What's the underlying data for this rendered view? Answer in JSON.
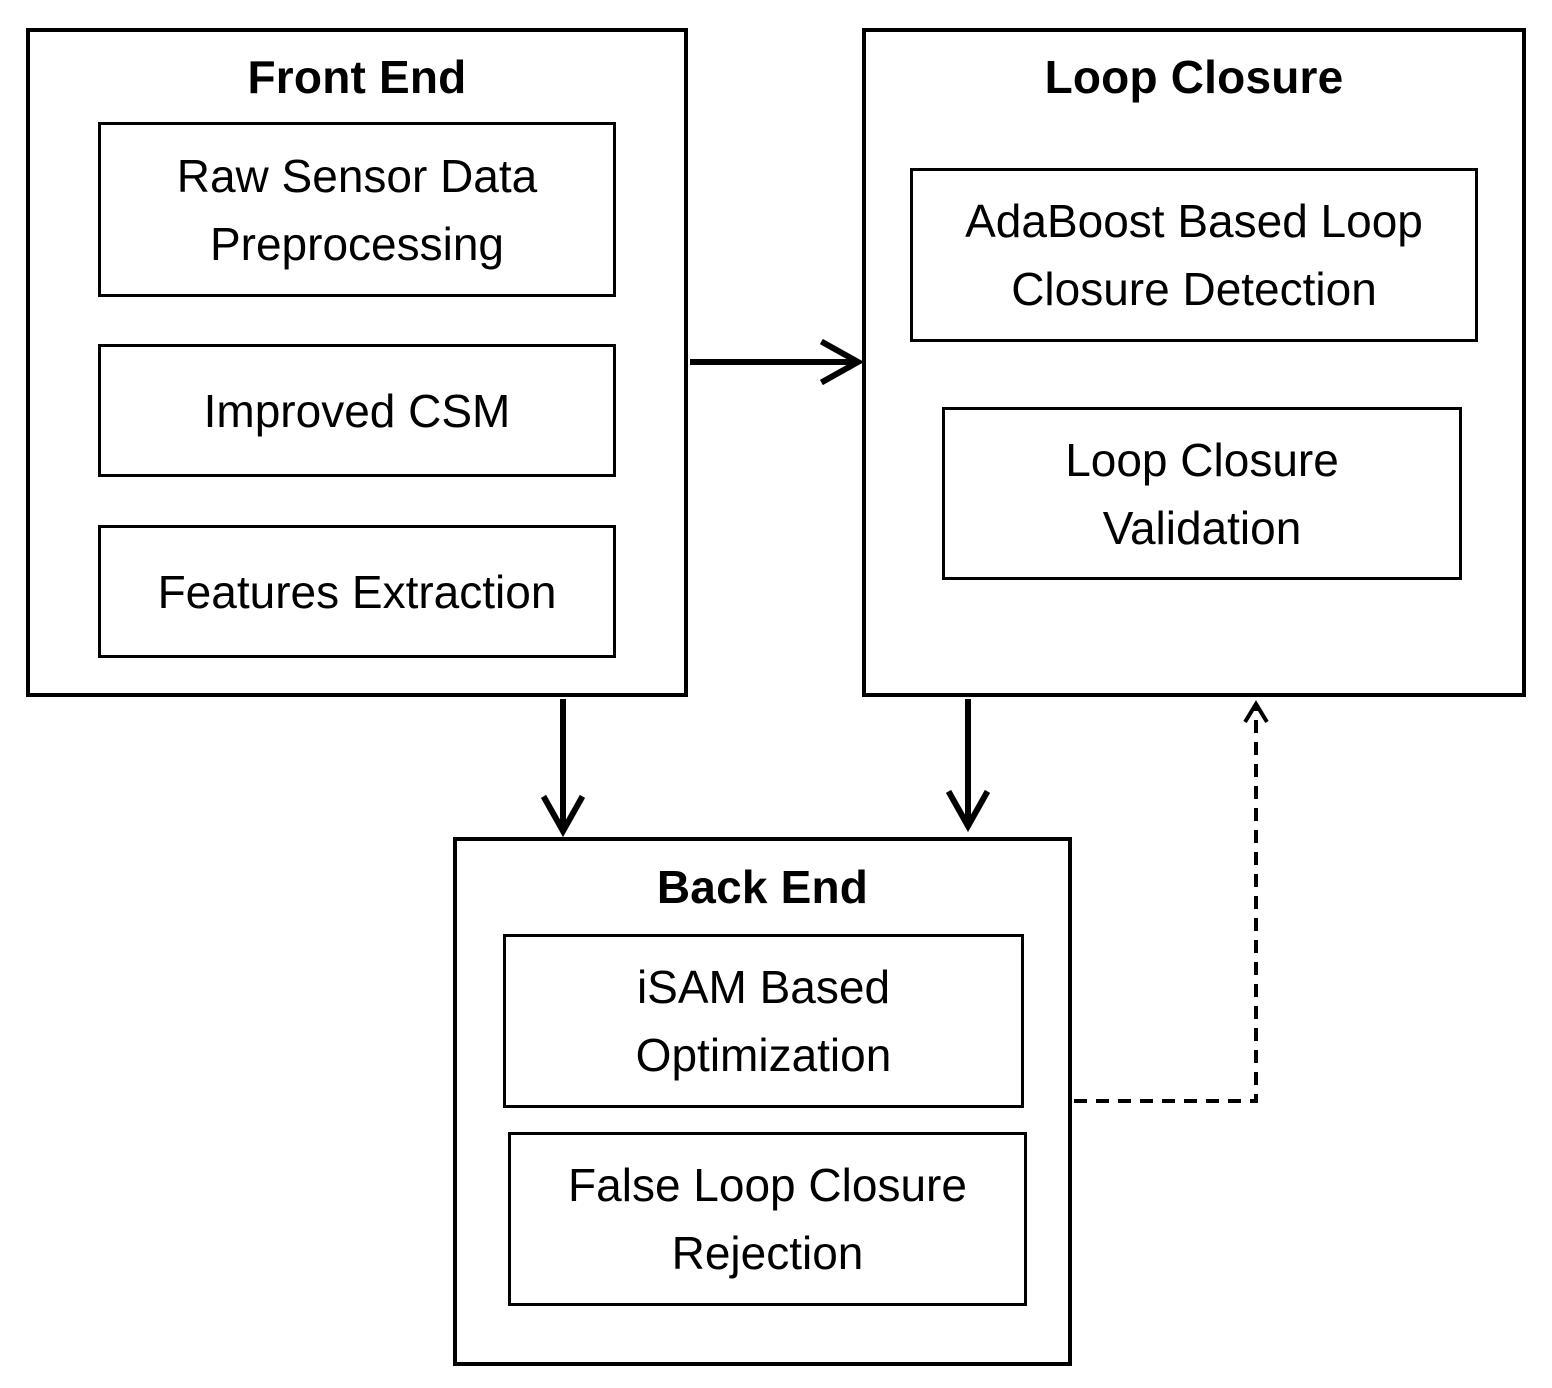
{
  "groups": {
    "front_end": {
      "title": "Front End",
      "items": [
        "Raw Sensor Data\nPreprocessing",
        "Improved CSM",
        "Features Extraction"
      ]
    },
    "loop_closure": {
      "title": "Loop Closure",
      "items": [
        "AdaBoost Based Loop\nClosure Detection",
        "Loop Closure\nValidation"
      ]
    },
    "back_end": {
      "title": "Back End",
      "items": [
        "iSAM Based\nOptimization",
        "False Loop Closure\nRejection"
      ]
    }
  },
  "edges": [
    {
      "from": "Front End",
      "to": "Loop Closure",
      "style": "solid"
    },
    {
      "from": "Front End",
      "to": "Back End",
      "style": "solid"
    },
    {
      "from": "Loop Closure",
      "to": "Back End",
      "style": "solid"
    },
    {
      "from": "Back End",
      "to": "Loop Closure",
      "style": "dashed"
    }
  ],
  "colors": {
    "stroke": "#000000",
    "background": "#ffffff"
  }
}
